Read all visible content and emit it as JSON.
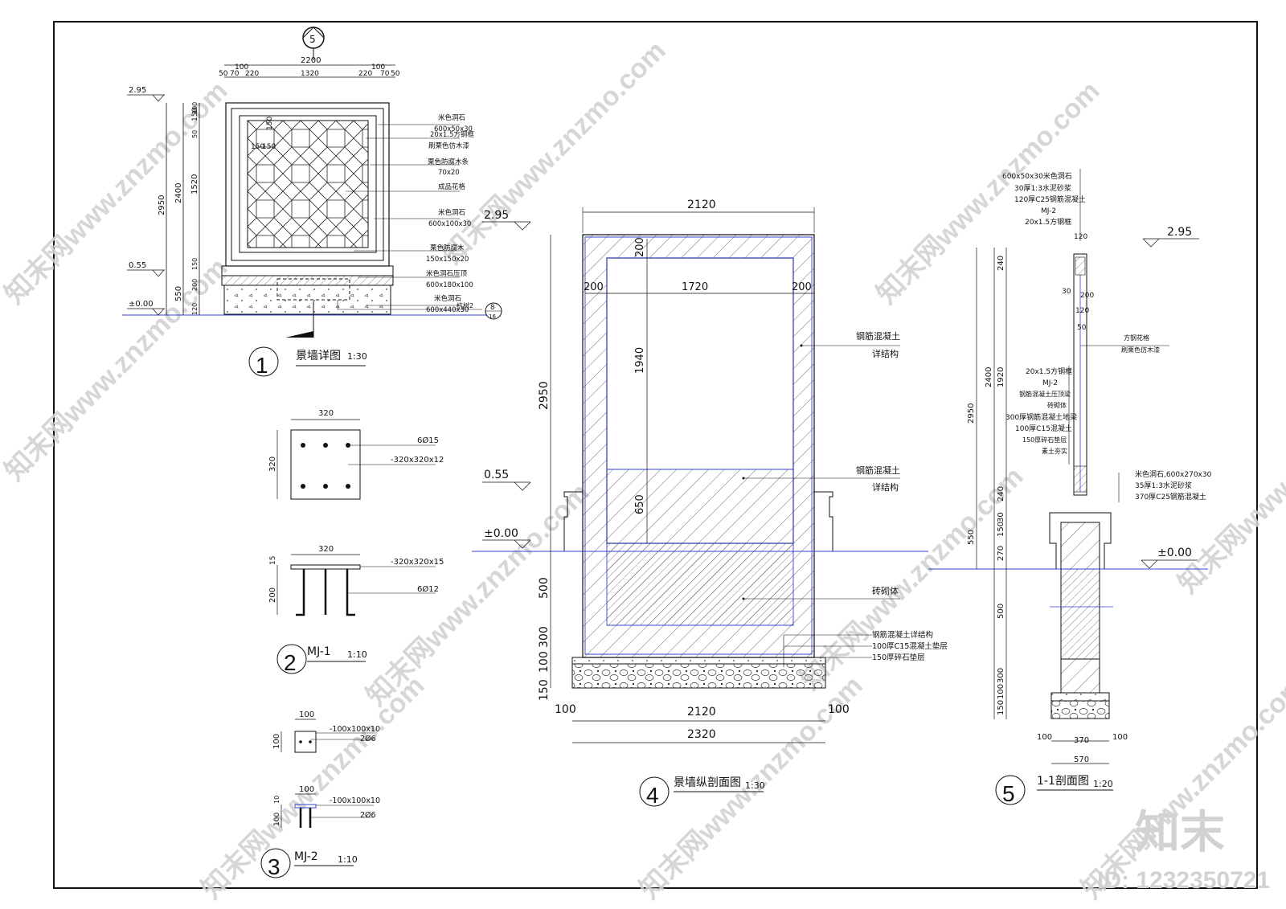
{
  "logo": {
    "text": "知末",
    "id": "ID: 1232350721"
  },
  "watermark": "知末网www.znzmo.com",
  "d1": {
    "title": "景墙详图",
    "scale": "1:30",
    "num": "1",
    "section_mark": "5",
    "sub_mark": "8",
    "sub_note": "杭树2",
    "sub_den": "16",
    "dim_top": "2200",
    "dim_sub": [
      "50",
      "70",
      "100",
      "220",
      "1320",
      "220",
      "100",
      "70",
      "50"
    ],
    "dim_left": [
      "2950",
      "2400",
      "550",
      "1520",
      "150",
      "120",
      "200",
      "150",
      "50",
      "100"
    ],
    "levels": [
      "2.95",
      "0.55",
      "±0.00"
    ],
    "notes": [
      "米色洞石",
      "600x50x30",
      "20x1.5方钢框",
      "刷栗色仿木漆",
      "栗色防腐木条",
      "70x20",
      "成品花格",
      "米色洞石",
      "600x100x30",
      "栗色防腐木",
      "150x150x20",
      "米色洞石压顶",
      "600x180x100",
      "米色洞石",
      "600x440x30"
    ],
    "inner": [
      "150",
      "150",
      "150"
    ]
  },
  "d2": {
    "title": "MJ-1",
    "scale": "1:10",
    "num": "2",
    "w": "320",
    "h": "320",
    "n1": "6Ø15",
    "n2": "-320x320x12",
    "w2": "320",
    "n3": "-320x320x15",
    "n4": "6Ø12",
    "d15": "15",
    "d200": "200"
  },
  "d3": {
    "title": "MJ-2",
    "scale": "1:10",
    "num": "3",
    "w": "100",
    "h": "100",
    "n1": "-100x100x10",
    "n2": "2Ø6",
    "w2": "100",
    "n3": "-100x100x10",
    "n4": "2Ø6",
    "d10": "10",
    "d100": "100"
  },
  "d4": {
    "title": "景墙纵剖面图",
    "scale": "1:30",
    "num": "4",
    "top": "2120",
    "inner": "1720",
    "side_l": "200",
    "side_r": "200",
    "top_t": "200",
    "h1940": "1940",
    "h650": "650",
    "h2950": "2950",
    "h500": "500",
    "h300": "300",
    "h100": "100",
    "h150": "150",
    "bot1": "2120",
    "bl": "100",
    "br": "100",
    "bot2": "2320",
    "levels": [
      "2.95",
      "0.55",
      "±0.00"
    ],
    "notes": [
      "钢筋混凝土",
      "详结构",
      "钢筋混凝土",
      "详结构",
      "砖砌体",
      "钢筋混凝土详结构",
      "100厚C15混凝土垫层",
      "150厚碎石垫层"
    ]
  },
  "d5": {
    "title": "1-1剖面图",
    "scale": "1:20",
    "num": "5",
    "notes_top": [
      "600x50x30米色洞石",
      "30厚1:3水泥砂浆",
      "120厚C25钢筋混凝土",
      "MJ-2",
      "20x1.5方钢框"
    ],
    "notes_mid": [
      "20x1.5方钢框",
      "MJ-2",
      "钢筋混凝土压顶梁",
      "砖砌体",
      "300厚钢筋混凝土地梁",
      "100厚C15混凝土",
      "150厚碎石垫层",
      "素土夯实"
    ],
    "notes_right": [
      "方钢花格",
      "刷栗色仿木漆"
    ],
    "notes_base": [
      "米色洞石,600x270x30",
      "35厚1:3水泥砂浆",
      "370厚C25钢筋混凝土"
    ],
    "dims": [
      "2950",
      "2400",
      "240",
      "1920",
      "240",
      "550",
      "30",
      "150",
      "270",
      "500",
      "300",
      "100",
      "150"
    ],
    "w120": "120",
    "w120b": "120",
    "w200": "200",
    "w30": "30",
    "w50": "50",
    "bot": [
      "100",
      "370",
      "100"
    ],
    "bot2": "570",
    "levels": [
      "2.95",
      "±0.00"
    ]
  }
}
